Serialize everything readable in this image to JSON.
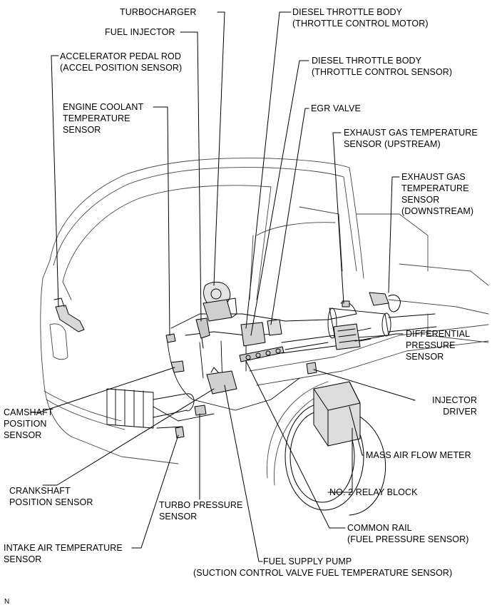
{
  "labels": {
    "turbocharger": [
      "TURBOCHARGER"
    ],
    "fuel_injector": [
      "FUEL INJECTOR"
    ],
    "accel_pedal_rod": [
      "ACCELERATOR PEDAL ROD",
      "(ACCEL POSITION SENSOR)"
    ],
    "engine_coolant_temp": [
      "ENGINE COOLANT",
      "TEMPERATURE",
      "SENSOR"
    ],
    "diesel_throttle_motor": [
      "DIESEL THROTTLE BODY",
      "(THROTTLE CONTROL MOTOR)"
    ],
    "diesel_throttle_sensor": [
      "DIESEL THROTTLE BODY",
      "(THROTTLE CONTROL SENSOR)"
    ],
    "egr_valve": [
      "EGR VALVE"
    ],
    "exhaust_gas_temp_upstream": [
      "EXHAUST GAS TEMPERATURE",
      "SENSOR  (UPSTREAM)"
    ],
    "exhaust_gas_temp_downstream": [
      "EXHAUST GAS",
      "TEMPERATURE",
      "SENSOR",
      "(DOWNSTREAM)"
    ],
    "differential_pressure": [
      "DIFFERENTIAL",
      "PRESSURE",
      "SENSOR"
    ],
    "injector_driver": [
      "INJECTOR",
      "DRIVER"
    ],
    "mass_air_flow": [
      "MASS AIR FLOW METER"
    ],
    "relay_block": [
      "NO. 2 RELAY BLOCK"
    ],
    "common_rail": [
      "COMMON RAIL",
      "(FUEL PRESSURE SENSOR)"
    ],
    "fuel_supply_pump": [
      "FUEL SUPPLY PUMP",
      "(SUCTION CONTROL VALVE FUEL TEMPERATURE SENSOR)"
    ],
    "camshaft_position": [
      "CAMSHAFT",
      "POSITION",
      "SENSOR"
    ],
    "crankshaft_position": [
      "CRANKSHAFT",
      "POSITION SENSOR"
    ],
    "turbo_pressure": [
      "TURBO PRESSURE",
      "SENSOR"
    ],
    "intake_air_temp": [
      "INTAKE AIR TEMPERATURE",
      "SENSOR"
    ]
  },
  "footer_code": "N"
}
